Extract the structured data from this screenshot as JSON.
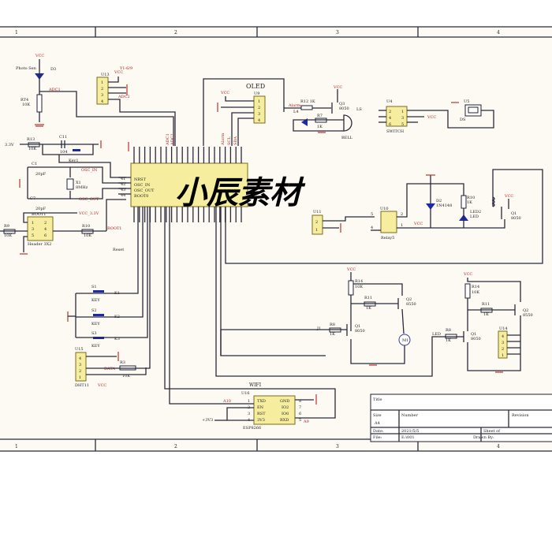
{
  "watermark": "小辰素材",
  "zones": [
    "1",
    "2",
    "3",
    "4"
  ],
  "colors": {
    "background": "#fdfaf4",
    "chip": "#f6ee9e",
    "net_label": "#b02020",
    "led": "#1d2aa8"
  },
  "light_sensor": {
    "vcc": "VCC",
    "label": "Photo Sen",
    "led": "D3",
    "net": "ADC1",
    "res": "RT4",
    "res_val": "10K"
  },
  "u13": {
    "ref": "U13",
    "vcc": "VCC",
    "net_top": "Y1-6/9",
    "net": "ADC2",
    "pins": [
      "1",
      "2",
      "3",
      "4"
    ]
  },
  "oled": {
    "title": "OLED",
    "ref": "U9",
    "vcc": "VCC",
    "pins": [
      "1",
      "2",
      "3",
      "4"
    ]
  },
  "buzzer": {
    "vcc": "VCC",
    "r12": "R12 1K",
    "q3": "Q3",
    "q3_val": "8050",
    "ls": "LS",
    "bell": "BELL",
    "l4": "L4",
    "r7": "R7",
    "r7_val": "1K",
    "alarm": "Alarm"
  },
  "u4": {
    "ref": "U4",
    "part": "SWITCH",
    "vcc": "VCC",
    "pins": [
      "2",
      "1",
      "4",
      "3",
      "6",
      "5"
    ]
  },
  "u5": {
    "ref": "U5",
    "part": "DS"
  },
  "reset": {
    "vin": "3.3V",
    "r13": "R13",
    "r13_val": "10K",
    "c11": "C11",
    "c11_val": "104",
    "key": "Key1"
  },
  "crystal": {
    "c1": "C1",
    "c1_val": "20pF",
    "x1": "X1",
    "x1_val": "8MHz",
    "c7": "C7",
    "c7_val": "20pF",
    "osc_in": "OSC_IN",
    "osc_out": "OSC_OUT"
  },
  "mcu": {
    "pins_left": [
      "NRST",
      "OSC_IN",
      "OSC_OUT",
      "BOOT0"
    ],
    "pin_nums": [
      "41",
      "42",
      "43",
      "44"
    ],
    "reset_label": "Reset",
    "top_nets": [
      "ADC1",
      "ADC2",
      "Alarm",
      "SCL",
      "SDA"
    ]
  },
  "boot": {
    "ref": "BOOT1",
    "vcc": "VCC_3.3V",
    "part": "Header 3X2",
    "pins": [
      "1",
      "2",
      "3",
      "4",
      "5",
      "6"
    ],
    "r9": "R9",
    "r9_val": "10K",
    "r10": "R10",
    "r10_val": "10K",
    "net": "BOOT1"
  },
  "keys": [
    {
      "ref": "S1",
      "part": "KEY",
      "net": "K1"
    },
    {
      "ref": "S2",
      "part": "KEY",
      "net": "K2"
    },
    {
      "ref": "S3",
      "part": "KEY",
      "net": "K3"
    }
  ],
  "dht": {
    "ref": "U15",
    "part": "DHT11",
    "net": "DATA",
    "r3": "R3",
    "r3_val": "10K",
    "vcc": "VCC",
    "pins": [
      "4",
      "3",
      "2",
      "1"
    ]
  },
  "wifi": {
    "title": "WIFI",
    "ref": "U16",
    "part": "ESP8266",
    "left": [
      "TXD",
      "EN",
      "RST",
      "3V3"
    ],
    "left_nums": [
      "1",
      "2",
      "3",
      "4"
    ],
    "right": [
      "GND",
      "IO2",
      "IO0",
      "RXD"
    ],
    "right_nums": [
      "8",
      "7",
      "6",
      "5"
    ],
    "net_tx": "A10",
    "net_rx": "A9",
    "vin": "+3V3"
  },
  "motor": {
    "vcc": "VCC",
    "r14": "R14",
    "r14_val": "10K",
    "r11": "R11",
    "r11_val": "1K",
    "q2": "Q2",
    "q2_val": "8550",
    "r8": "R8",
    "r8_val": "1K",
    "q1": "Q1",
    "q1_val": "8050",
    "m": "M1",
    "net": "J1"
  },
  "led_drv": {
    "vcc": "VCC",
    "r14": "R14",
    "r14_val": "10K",
    "r11": "R11",
    "r11_val": "1K",
    "q2": "Q2",
    "q2_val": "8550",
    "r8": "R8",
    "r8_val": "1K",
    "q1": "Q1",
    "q1_val": "8050",
    "net": "LED",
    "u14": "U14",
    "pins": [
      "4",
      "3",
      "2",
      "1"
    ]
  },
  "relay": {
    "u11": "U11",
    "u11_pins": [
      "2",
      "1"
    ],
    "u10": "U10",
    "part": "Relay5",
    "vcc": "VCC",
    "p5": "5",
    "p4": "4",
    "p2": "2",
    "p1": "1",
    "d2": "D2",
    "d2_val": "1N4148",
    "r10": "R10",
    "r10_val": "1K",
    "led": "LED2",
    "led_val": "LED",
    "q1": "Q1",
    "q1_val": "8050",
    "vcc2": "VCC"
  },
  "title_block": {
    "title": "Title",
    "size": "Size",
    "size_val": "A4",
    "number": "Number",
    "revision": "Revision",
    "date": "Date:",
    "date_val": "2021/5/5",
    "file": "File:",
    "file_val": "E:\\001",
    "sheet": "Sheet   of",
    "drawn": "Drawn By:"
  }
}
